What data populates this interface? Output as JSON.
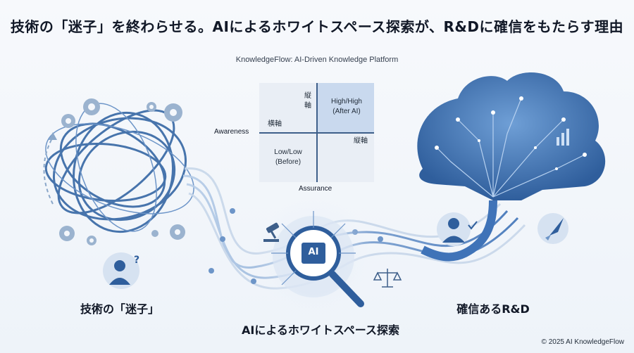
{
  "title": "技術の「迷子」を終わらせる。AIによるホワイトスペース探索が、R&Dに確信をもたらす理由",
  "subtitle": "KnowledgeFlow: AI-Driven Knowledge Platform",
  "matrix": {
    "top_right_line1": "High/High",
    "top_right_line2": "(After AI)",
    "bottom_left_line1": "Low/Low",
    "bottom_left_line2": "(Before)",
    "vertical_axis_note_top": "縦軸",
    "horizontal_axis_note_left": "横軸",
    "vertical_axis_note_right": "縦軸",
    "x_axis_label": "Assurance",
    "y_axis_label": "Awareness"
  },
  "labels": {
    "left": "技術の「迷子」",
    "center": "AIによるホワイトスペース探索",
    "right": "確信あるR&D",
    "ai_chip": "AI"
  },
  "copyright": "© 2025 AI KnowledgeFlow",
  "colors": {
    "accent": "#3f73b8",
    "dark_blue": "#274b7a",
    "light_blue": "#c9d9ee"
  },
  "icons": [
    "gear-icon",
    "question-person-icon",
    "gavel-icon",
    "scale-icon",
    "magnifier-icon",
    "businessman-icon",
    "rocket-icon",
    "bar-chart-icon"
  ]
}
